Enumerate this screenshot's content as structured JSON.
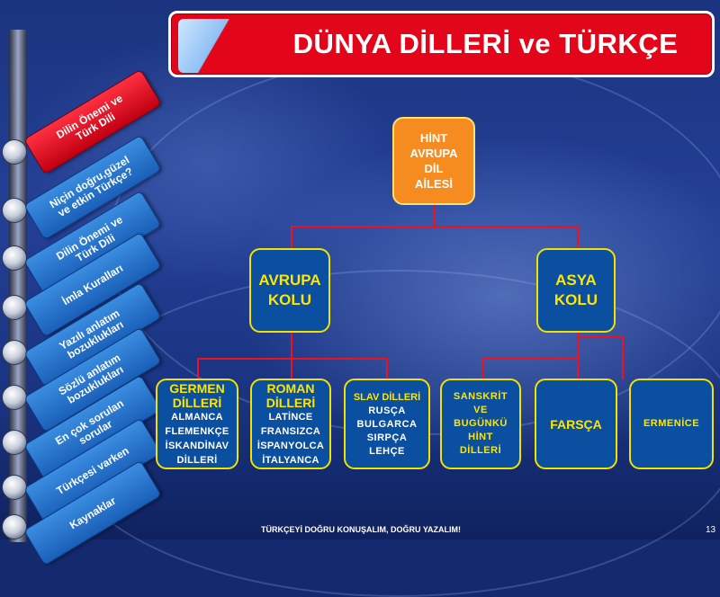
{
  "title": "DÜNYA DİLLERİ ve TÜRKÇE",
  "nav": [
    {
      "label": "Dilin Önemi ve\nTürk Dili",
      "active": true
    },
    {
      "label": "Niçin doğru,güzel\nve etkin Türkçe?",
      "active": false
    },
    {
      "label": "Dilin Önemi ve\nTürk Dili",
      "active": false
    },
    {
      "label": "İmla Kuralları",
      "active": false
    },
    {
      "label": "Yazılı anlatım\nbozuklukları",
      "active": false
    },
    {
      "label": "Sözlü anlatım\nbozuklukları",
      "active": false
    },
    {
      "label": "En çok sorulan\nsorular",
      "active": false
    },
    {
      "label": "Türkçesi varken",
      "active": false
    },
    {
      "label": "Kaynaklar",
      "active": false
    }
  ],
  "tree": {
    "root": [
      "HİNT",
      "AVRUPA",
      "DİL",
      "AİLESİ"
    ],
    "europe": [
      "AVRUPA",
      "KOLU"
    ],
    "asia": [
      "ASYA",
      "KOLU"
    ],
    "germen": {
      "head": [
        "GERMEN",
        "DİLLERİ"
      ],
      "items": [
        "ALMANCA",
        "FLEMENKÇE",
        "İSKANDİNAV",
        "DİLLERİ"
      ]
    },
    "roman": {
      "head": [
        "ROMAN",
        "DİLLERİ"
      ],
      "items": [
        "LATİNCE",
        "FRANSIZCA",
        "İSPANYOLCA",
        "İTALYANCA"
      ]
    },
    "slav": {
      "head": "SLAV DİLLERİ",
      "items": [
        "RUSÇA",
        "BULGARCA",
        "SIRPÇA",
        "LEHÇE"
      ]
    },
    "sanskrit": [
      "SANSKRİT",
      "VE",
      "BUGÜNKÜ",
      "HİNT",
      "DİLLERİ"
    ],
    "farsca": "FARSÇA",
    "ermenice": "ERMENİCE"
  },
  "footer": "TÜRKÇEYİ DOĞRU KONUŞALIM, DOĞRU YAZALIM!",
  "page_number": "13",
  "colors": {
    "title_red": "#e3061b",
    "node_blue": "#0a4fa0",
    "node_border": "#f2e200",
    "root_orange": "#f68b1f",
    "connector": "#ee1122"
  }
}
